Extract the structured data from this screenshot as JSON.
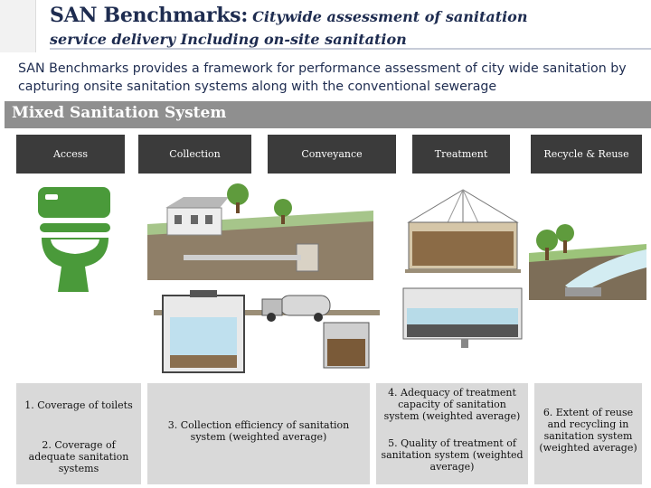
{
  "header": {
    "title_main": "SAN Benchmarks:",
    "title_italic_1": "Citywide assessment of sanitation",
    "title_italic_2": "service delivery Including on-site sanitation"
  },
  "intro": "SAN Benchmarks provides a framework for performance assessment of city wide sanitation by capturing onsite sanitation systems along with the conventional sewerage",
  "banner": {
    "label": "Mixed Sanitation System"
  },
  "chain": [
    {
      "label": "Access"
    },
    {
      "label": "Collection"
    },
    {
      "label": "Conveyance"
    },
    {
      "label": "Treatment"
    },
    {
      "label": "Recycle & Reuse"
    }
  ],
  "indicators": {
    "i1": "1. Coverage of toilets",
    "i2": [
      "2. Coverage of",
      "adequate sanitation",
      "systems"
    ],
    "i3": [
      "3. Collection efficiency of sanitation",
      "system (weighted average)"
    ],
    "i4": [
      "4. Adequacy of treatment",
      "capacity of sanitation",
      "system (weighted average)"
    ],
    "i5": [
      "5. Quality of treatment of",
      "sanitation system (weighted",
      "average)"
    ],
    "i6": [
      "6. Extent of reuse",
      "and recycling in",
      "sanitation system",
      "(weighted average)"
    ]
  },
  "colors": {
    "title": "#1e2c50",
    "banner": "#8f8f8f",
    "chain_box": "#3b3b3b",
    "caption_box": "#d9d9d9",
    "toilet": "#4a9a3a"
  }
}
